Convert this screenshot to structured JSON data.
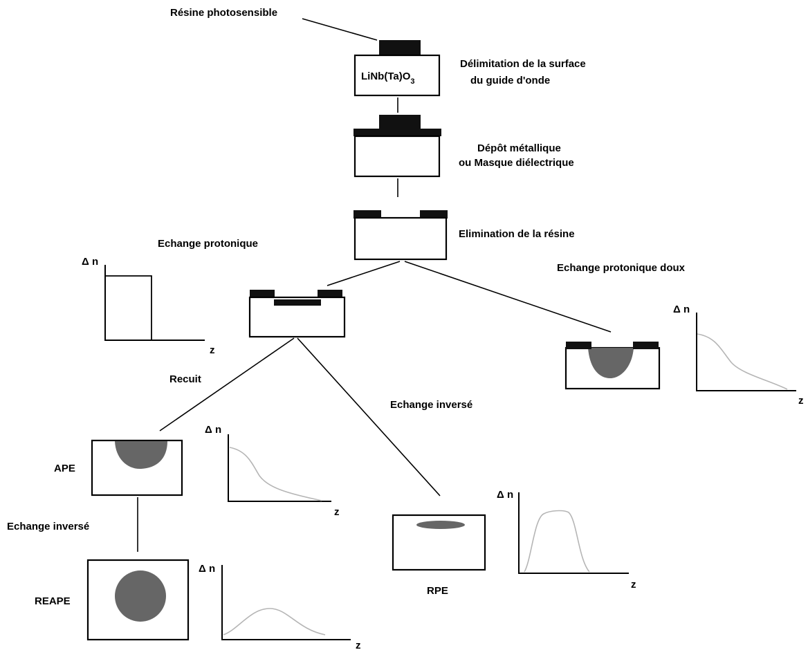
{
  "labels": {
    "resine": "Résine photosensible",
    "delimitation_1": "Délimitation de la surface",
    "delimitation_2": "du guide d'onde",
    "substrate_main": "LiNb(Ta)O",
    "substrate_sub": "3",
    "depot_1": "Dépôt métallique",
    "depot_2": "ou Masque diélectrique",
    "elimination": "Elimination de la résine",
    "echange_protonique": "Echange protonique",
    "echange_protonique_doux": "Echange protonique doux",
    "recuit": "Recuit",
    "echange_inverse_right": "Echange inversé",
    "echange_inverse_left": "Echange inversé",
    "ape": "APE",
    "reape": "REAPE",
    "rpe": "RPE"
  },
  "axes": {
    "y_label": "Δ n",
    "x_label": "z"
  },
  "colors": {
    "line": "#000000",
    "mask": "#111111",
    "region": "#666666",
    "curve": "#b5b5b5"
  }
}
